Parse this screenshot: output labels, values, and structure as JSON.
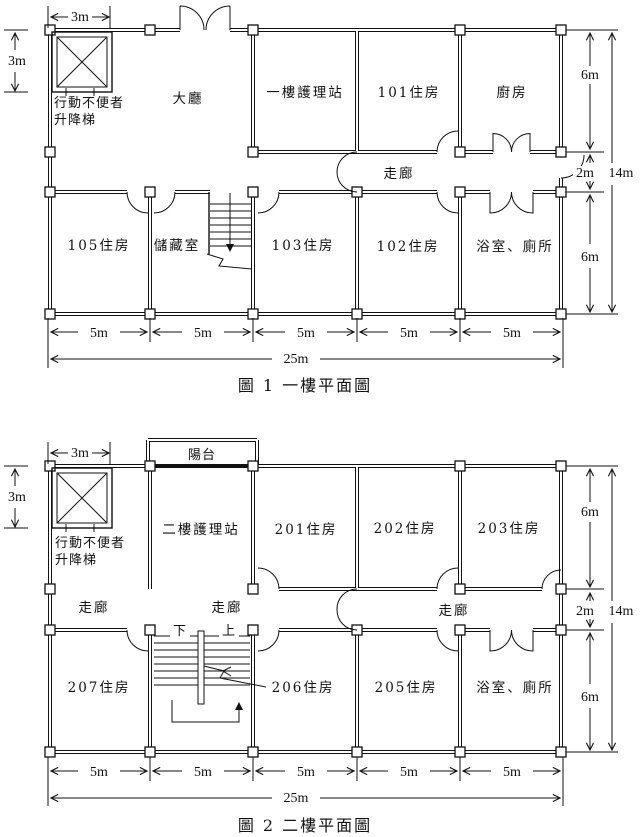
{
  "figure1": {
    "caption": "圖 1  一樓平面圖",
    "rooms": {
      "lobby": "大廳",
      "nurse_station": "一樓護理站",
      "room101": "101住房",
      "kitchen": "廚房",
      "room105": "105住房",
      "storage": "儲藏室",
      "room103": "103住房",
      "room102": "102住房",
      "bathroom": "浴室、廁所",
      "corridor": "走廊",
      "elevator_line1": "行動不便者",
      "elevator_line2": "升降梯"
    },
    "dimensions": {
      "elevator_w": "3m",
      "elevator_h": "3m",
      "upper_band": "6m",
      "corridor": "2m",
      "total_depth": "14m",
      "lower_band": "6m",
      "bays": [
        "5m",
        "5m",
        "5m",
        "5m",
        "5m"
      ],
      "total_width": "25m"
    }
  },
  "figure2": {
    "caption": "圖 2  二樓平面圖",
    "rooms": {
      "balcony": "陽台",
      "nurse_station": "二樓護理站",
      "room201": "201住房",
      "room202": "202住房",
      "room203": "203住房",
      "room207": "207住房",
      "room206": "206住房",
      "room205": "205住房",
      "bathroom": "浴室、廁所",
      "corridor_left": "走廊",
      "corridor_mid": "走廊",
      "corridor_right": "走廊",
      "stair_down": "下",
      "stair_up": "上",
      "elevator_line1": "行動不便者",
      "elevator_line2": "升降梯"
    },
    "dimensions": {
      "elevator_w": "3m",
      "elevator_h": "3m",
      "upper_band": "6m",
      "corridor": "2m",
      "total_depth": "14m",
      "lower_band": "6m",
      "bays": [
        "5m",
        "5m",
        "5m",
        "5m",
        "5m"
      ],
      "total_width": "25m"
    }
  }
}
